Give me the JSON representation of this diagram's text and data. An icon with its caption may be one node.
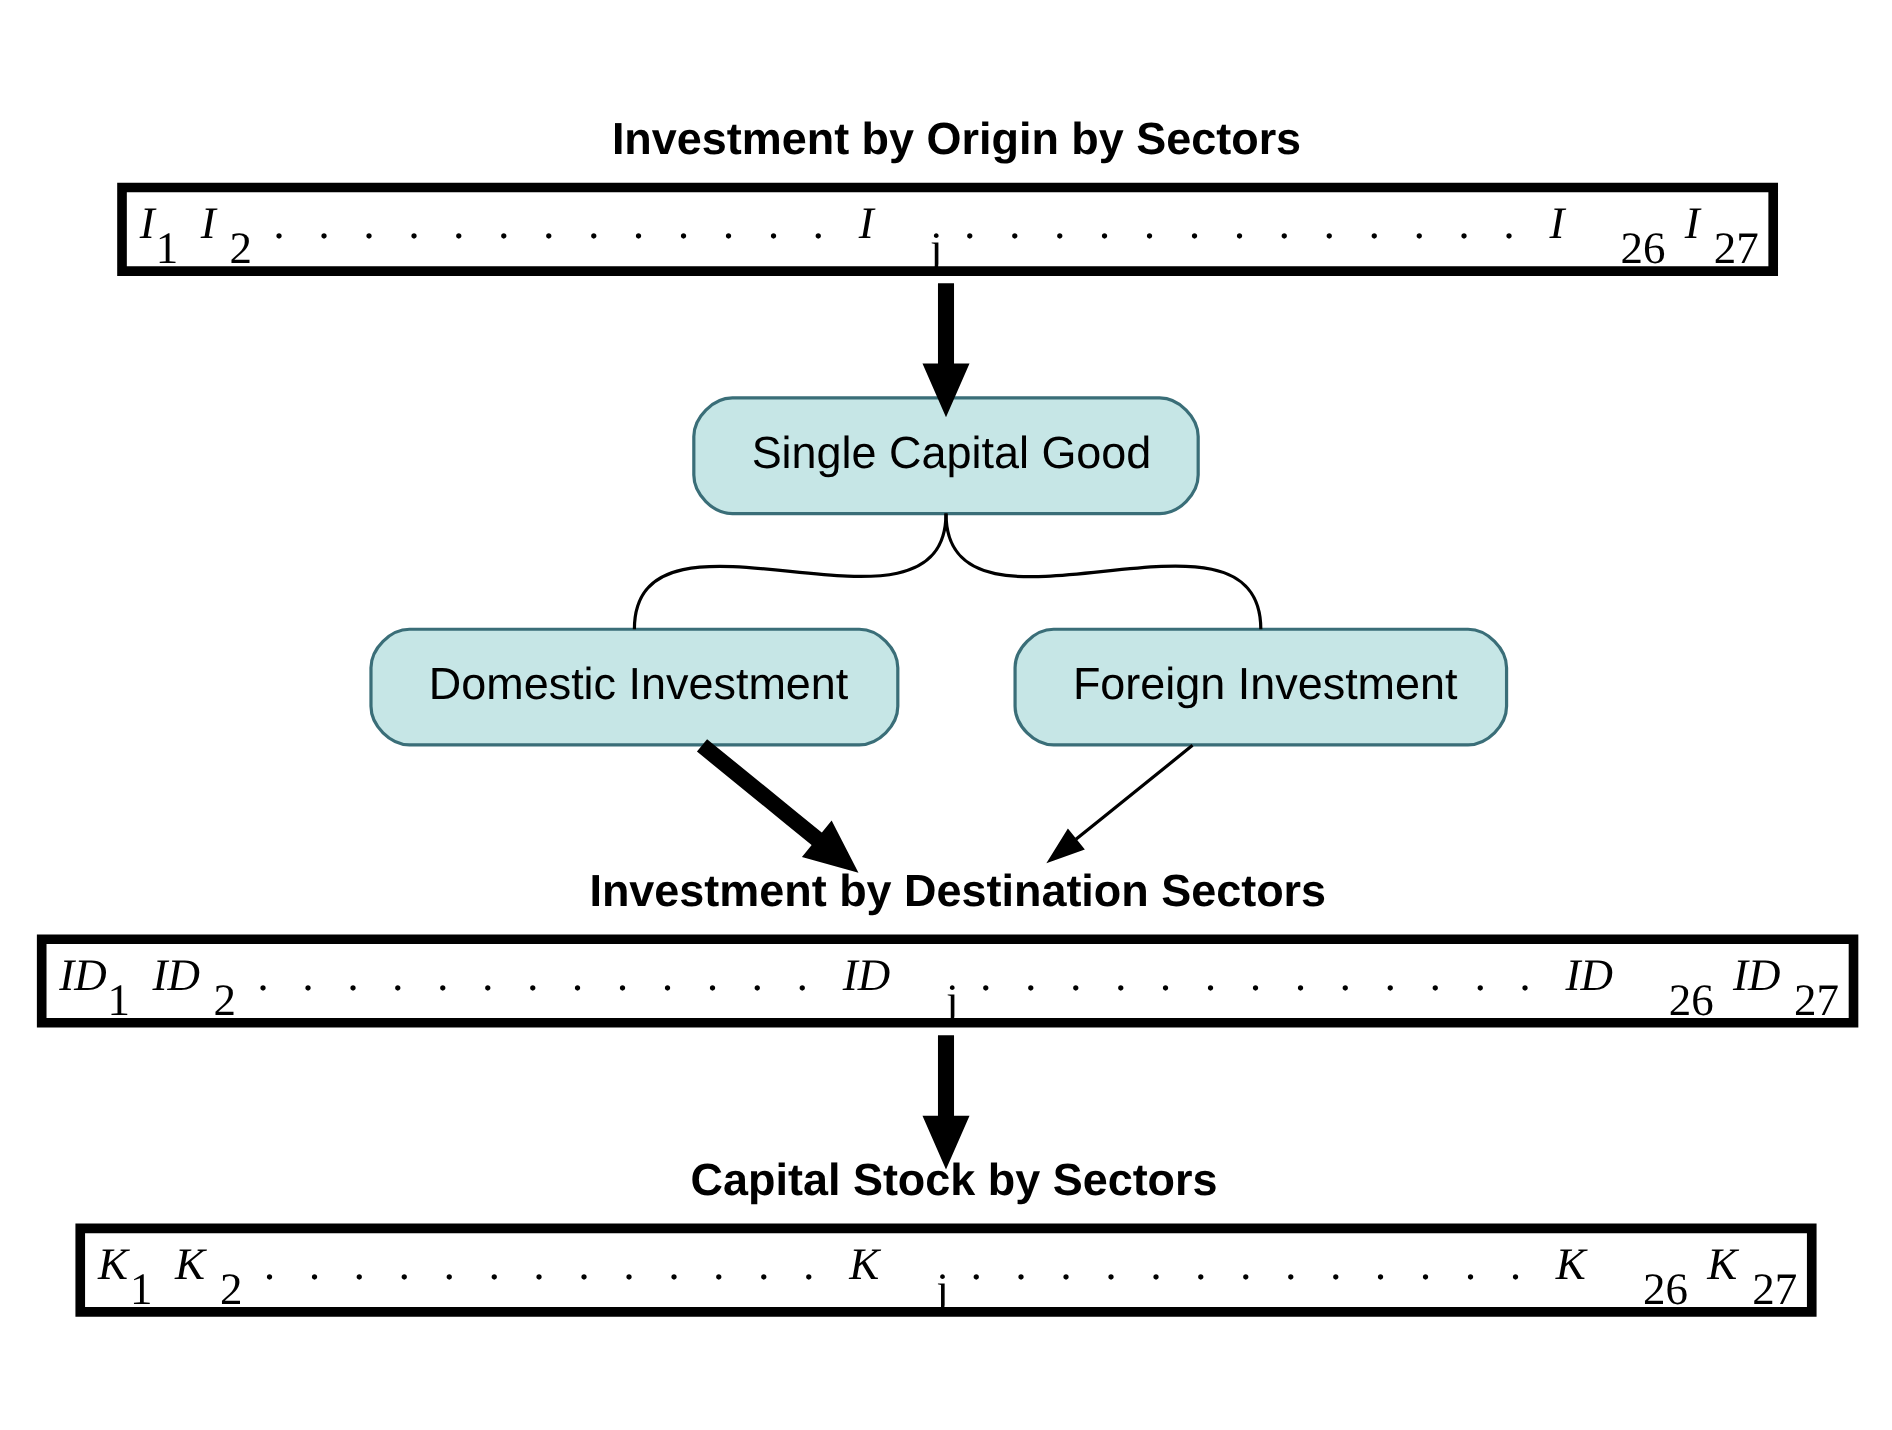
{
  "diagram": {
    "nodes": [
      {
        "text": [
          "Investment by Origin by Sectors",
          "I$_{1}$   I$_{2}$   .   .   .   .   .   .   .   .   .   .   .   .   .   I$_{j}$   .   .   .   .   .   .   .   .   .   .   .   .   .   I$_{26}$   I$_{27}$"
        ]
      },
      {
        "text": [
          "Single Capital Good"
        ]
      },
      {
        "text": [
          "Domestic Investment"
        ]
      },
      {
        "text": [
          "Foreign Investment"
        ]
      },
      {
        "text": [
          "Investment by Destination Sectors",
          "ID$_{1}$   ID$_{2}$   .   .   .   .   .   .   .   .   .   .   .   .   .   ID$_{j}$   .   .   .   .   .   .   .   .   .   .   .   .   .   ID$_{26}$   ID$_{27}$"
        ]
      },
      {
        "text": [
          "Capital Stock by Sectors",
          "K$_{1}$   K$_{2}$   .   .   .   .   .   .   .   .   .   .   .   .   .   K$_{j}$   .   .   .   .   .   .   .   .   .   .   .   .   .   K$_{26}$   K$_{27}$"
        ]
      }
    ],
    "edges": [
      {
        "from": 0,
        "to": 1,
        "arrow": "to",
        "style": "thick"
      },
      {
        "from": 1,
        "to": 2,
        "arrow": "none"
      },
      {
        "from": 1,
        "to": 3,
        "arrow": "none"
      },
      {
        "from": 2,
        "to": 4,
        "arrow": "to",
        "style": "thick"
      },
      {
        "from": 3,
        "to": 4,
        "arrow": "to"
      },
      {
        "from": 4,
        "to": 5,
        "arrow": "to",
        "style": "thick"
      }
    ]
  }
}
